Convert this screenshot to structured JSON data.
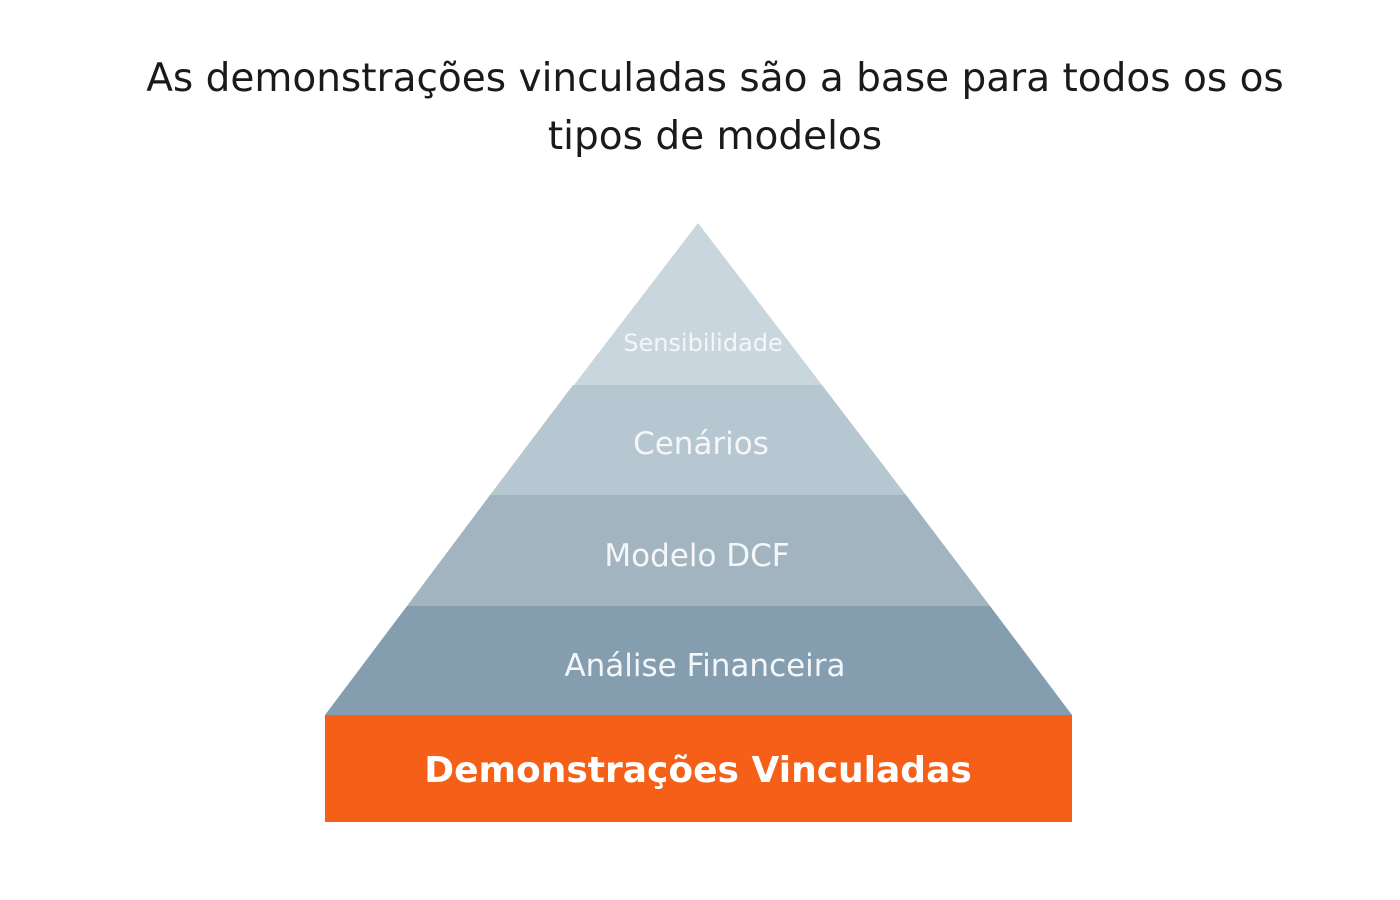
{
  "title": "As demonstrações vinculadas são a base para todos os os tipos de modelos",
  "pyramid": {
    "tiers": [
      {
        "label": "Sensibilidade",
        "color": "#c9d6de"
      },
      {
        "label": "Cenários",
        "color": "#b6c7d2"
      },
      {
        "label": "Modelo DCF",
        "color": "#a2b4c0"
      },
      {
        "label": "Análise Financeira",
        "color": "#849eb0"
      }
    ],
    "base": {
      "label": "Demonstrações Vinculadas",
      "color": "#f55f17"
    }
  }
}
